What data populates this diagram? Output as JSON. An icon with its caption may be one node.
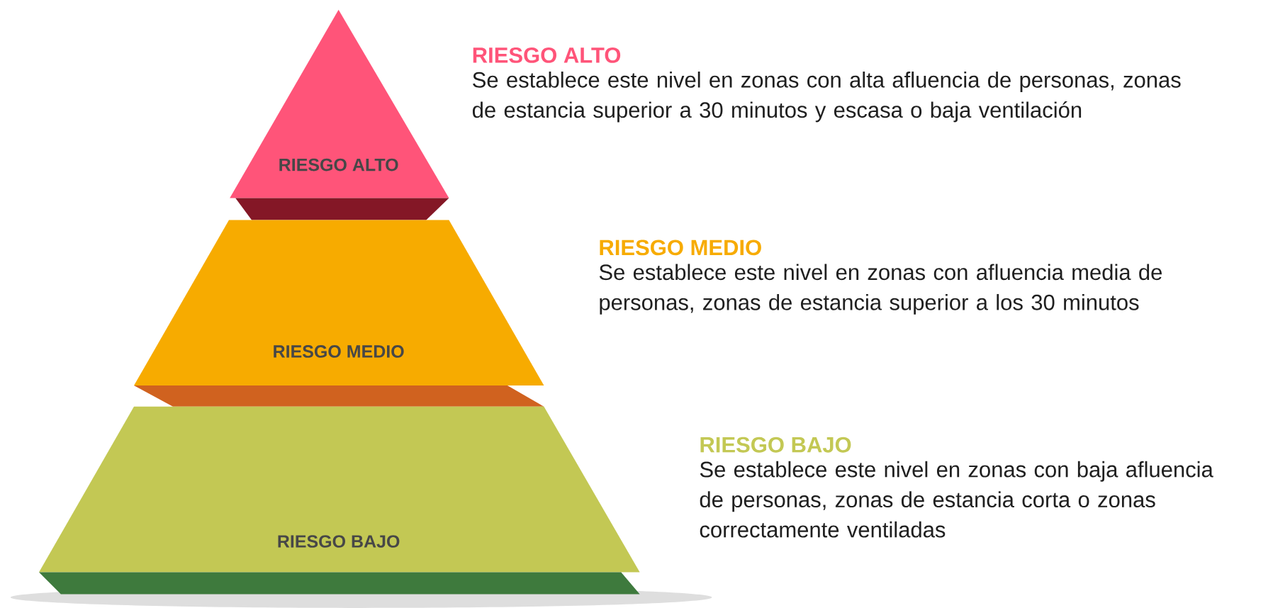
{
  "diagram": {
    "nodes": [
      {
        "text": [
          "RIESGO ALTO"
        ]
      },
      {
        "text": [
          "RIESGO MEDIO"
        ]
      },
      {
        "text": [
          "RIESGO BAJO"
        ]
      }
    ],
    "labels": [
      "RIESGO ALTO",
      "Se establece este nivel en zonas con alta afluencia de personas, zonas de estancia superior a 30 minutos y escasa o baja ventilación",
      "RIESGO MEDIO",
      "Se establece este nivel en zonas con afluencia media de personas, zonas de estancia superior a los 30 minutos",
      "RIESGO BAJO",
      "Se establece este nivel en zonas con baja afluencia de personas, zonas de estancia corta o zonas correctamente ventiladas"
    ]
  }
}
